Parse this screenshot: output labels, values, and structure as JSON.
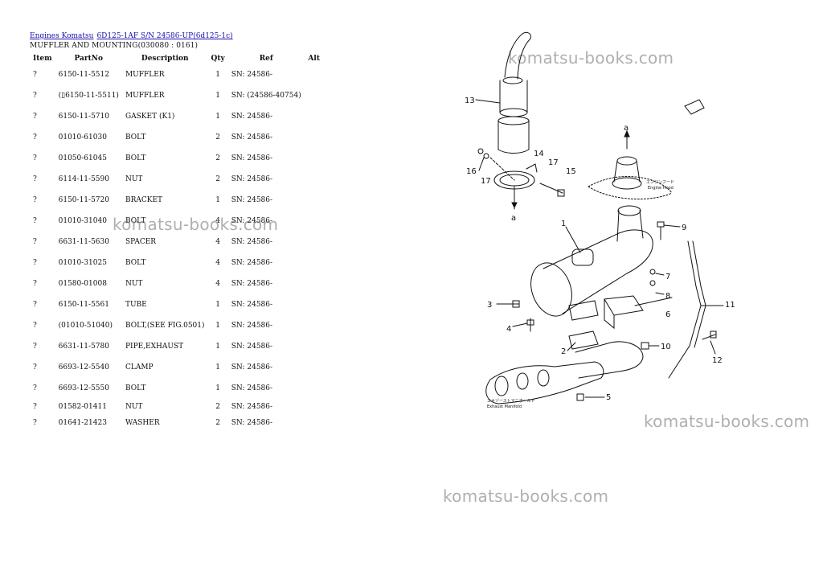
{
  "breadcrumb": {
    "link1": "Engines Komatsu",
    "link2": "6D125-1AF S/N 24586-UP(6d125-1c)"
  },
  "page_title": "MUFFLER AND MOUNTING(030080 : 0161)",
  "table": {
    "headers": [
      "Item",
      "PartNo",
      "Description",
      "Qty",
      "Ref",
      "Alt"
    ],
    "rows": [
      [
        "?",
        "6150-11-5512",
        "MUFFLER",
        "1",
        "SN: 24586-",
        ""
      ],
      [
        "?",
        "(▯6150-11-5511)",
        "MUFFLER",
        "1",
        "SN: (24586-40754)",
        ""
      ],
      [
        "?",
        "6150-11-5710",
        "GASKET (K1)",
        "1",
        "SN: 24586-",
        ""
      ],
      [
        "?",
        "01010-61030",
        "BOLT",
        "2",
        "SN: 24586-",
        ""
      ],
      [
        "?",
        "01050-61045",
        "BOLT",
        "2",
        "SN: 24586-",
        ""
      ],
      [
        "?",
        "6114-11-5590",
        "NUT",
        "2",
        "SN: 24586-",
        ""
      ],
      [
        "?",
        "6150-11-5720",
        "BRACKET",
        "1",
        "SN: 24586-",
        ""
      ],
      [
        "?",
        "01010-31040",
        "BOLT",
        "4",
        "SN: 24586-",
        ""
      ],
      [
        "?",
        "6631-11-5630",
        "SPACER",
        "4",
        "SN: 24586-",
        ""
      ],
      [
        "?",
        "01010-31025",
        "BOLT",
        "4",
        "SN: 24586-",
        ""
      ],
      [
        "?",
        "01580-01008",
        "NUT",
        "4",
        "SN: 24586-",
        ""
      ],
      [
        "?",
        "6150-11-5561",
        "TUBE",
        "1",
        "SN: 24586-",
        ""
      ],
      [
        "?",
        "(01010-51040)",
        "BOLT,(SEE FIG.0501)",
        "1",
        "SN: 24586-",
        ""
      ],
      [
        "?",
        "6631-11-5780",
        "PIPE,EXHAUST",
        "1",
        "SN: 24586-",
        ""
      ],
      [
        "?",
        "6693-12-5540",
        "CLAMP",
        "1",
        "SN: 24586-",
        ""
      ],
      [
        "?",
        "6693-12-5550",
        "BOLT",
        "1",
        "SN: 24586-",
        ""
      ],
      [
        "?",
        "01582-01411",
        "NUT",
        "2",
        "SN: 24586-",
        ""
      ],
      [
        "?",
        "01641-21423",
        "WASHER",
        "2",
        "SN: 24586-",
        ""
      ]
    ]
  },
  "watermarks": [
    "komatsu-books.com",
    "komatsu-books.com",
    "komatsu-books.com",
    "komatsu-books.com"
  ],
  "diagram": {
    "labels": {
      "n1": "1",
      "n2": "2",
      "n3": "3",
      "n4": "4",
      "n5": "5",
      "n6": "6",
      "n7": "7",
      "n8": "8",
      "n9": "9",
      "n10": "10",
      "n11": "11",
      "n12": "12",
      "n13": "13",
      "n14": "14",
      "n15": "15",
      "n16": "16",
      "n17a": "17",
      "n17b": "17",
      "a_top": "a",
      "a_bottom": "a",
      "hood_jp": "エンジンフード",
      "hood_en": "Engine Hood",
      "manifold_jp": "エキゾーストマニホールド",
      "manifold_en": "Exhaust Manifold"
    }
  },
  "colors": {
    "link": "#1a0dab",
    "watermark": "#6e6e6e"
  }
}
